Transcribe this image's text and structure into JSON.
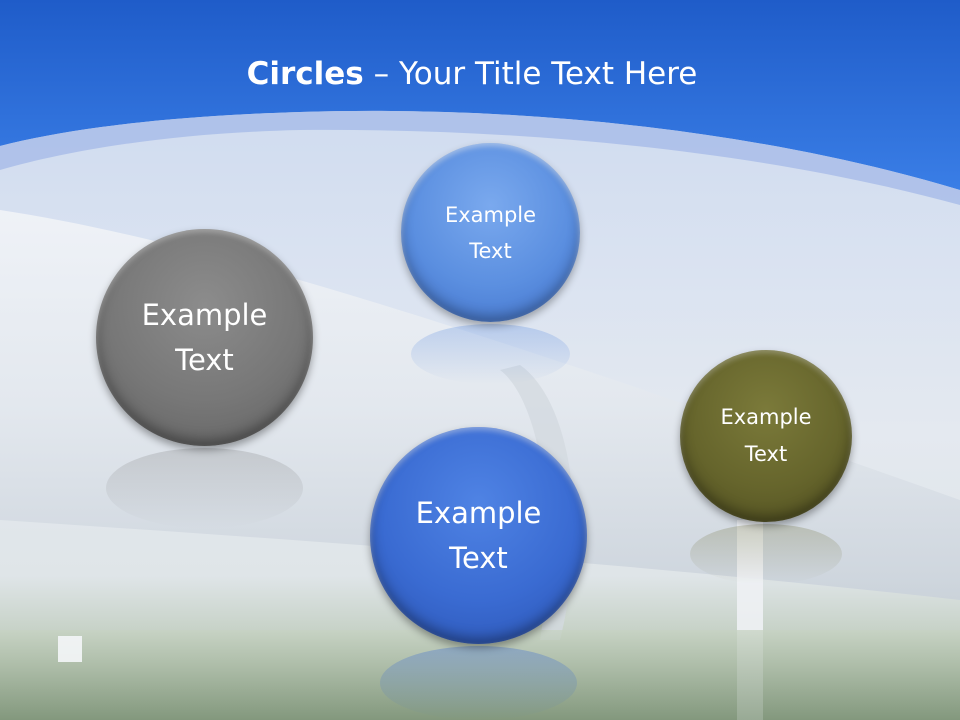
{
  "slide": {
    "title_bold": "Circles",
    "title_rest": " – Your Title Text Here"
  },
  "circles": [
    {
      "label": "Example",
      "label2": "Text",
      "color": "#777777"
    },
    {
      "label": "Example",
      "label2": "Text",
      "color": "#5b8fe0"
    },
    {
      "label": "Example",
      "label2": "Text",
      "color": "#66652c"
    },
    {
      "label": "Example",
      "label2": "Text",
      "color": "#3a6bd2"
    }
  ],
  "colors": {
    "header_blue": "#2f6fd8",
    "header_band": "#a9bde9"
  }
}
